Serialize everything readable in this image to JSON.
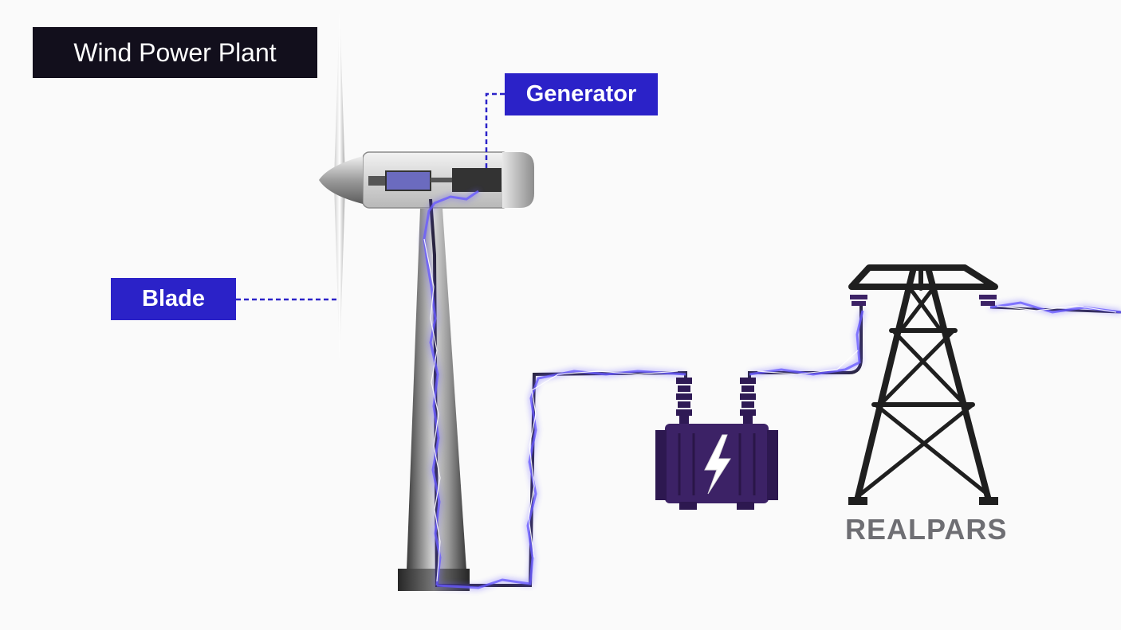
{
  "diagram": {
    "title": "Wind Power Plant",
    "labels": {
      "generator": "Generator",
      "blade": "Blade"
    },
    "logo": "REALPARS",
    "colors": {
      "title_bg": "#120f1c",
      "label_bg": "#2b22c8",
      "energy_glow": "#6a5cff",
      "transformer": "#3c2266",
      "tower": "#1f1f1f",
      "logo": "#6e6e73"
    },
    "icons": [
      "wind-turbine-icon",
      "lightning-bolt-icon",
      "transmission-tower-icon"
    ]
  }
}
